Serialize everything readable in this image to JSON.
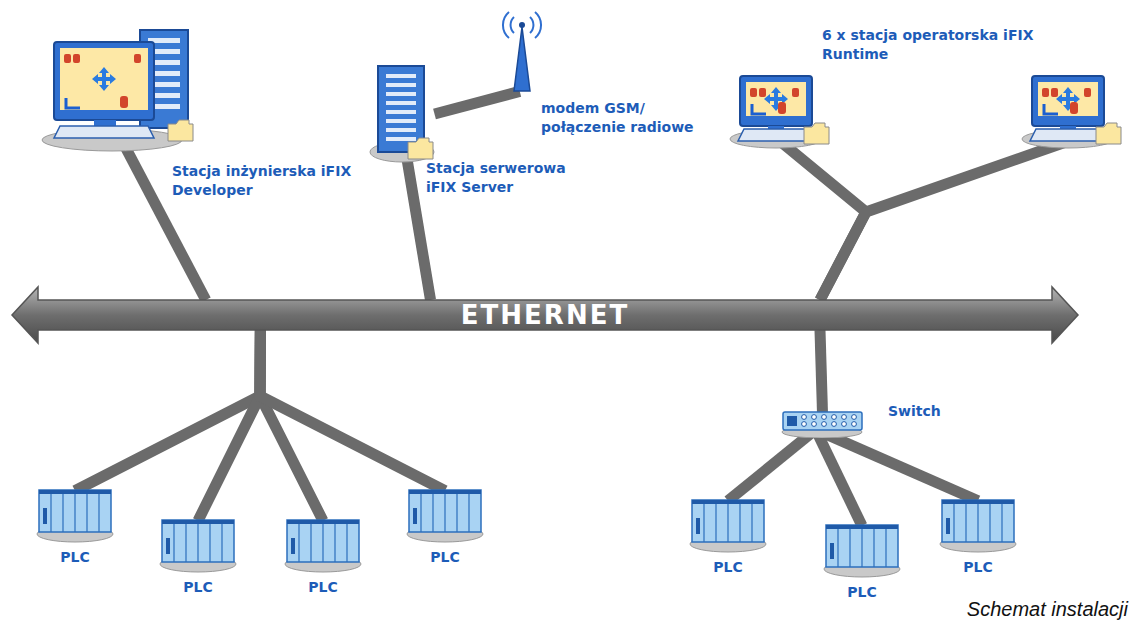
{
  "diagram": {
    "caption": "Schemat instalacji",
    "nodes": [
      {
        "text": [
          "Stacja inżynierska iFIX Developer"
        ]
      },
      {
        "text": [
          "Stacja serwerowa iFIX Server"
        ]
      },
      {
        "text": [
          "modem GSM/ połączenie radiowe"
        ]
      },
      {
        "text": [
          "6 x stacja operatorska iFIX Runtime"
        ]
      },
      {
        "text": []
      },
      {
        "text": [
          "ETHERNET"
        ]
      },
      {
        "text": [
          "PLC"
        ]
      },
      {
        "text": [
          "PLC"
        ]
      },
      {
        "text": [
          "PLC"
        ]
      },
      {
        "text": [
          "PLC"
        ]
      },
      {
        "text": [
          "Switch"
        ]
      },
      {
        "text": [
          "PLC"
        ]
      },
      {
        "text": [
          "PLC"
        ]
      },
      {
        "text": [
          "PLC"
        ]
      }
    ],
    "edges": [
      {
        "from": 0,
        "to": 5,
        "arrow": "none"
      },
      {
        "from": 1,
        "to": 5,
        "arrow": "none"
      },
      {
        "from": 1,
        "to": 2,
        "arrow": "none"
      },
      {
        "from": 3,
        "to": 5,
        "arrow": "none"
      },
      {
        "from": 4,
        "to": 5,
        "arrow": "none"
      },
      {
        "from": 5,
        "to": 6,
        "arrow": "none"
      },
      {
        "from": 5,
        "to": 7,
        "arrow": "none"
      },
      {
        "from": 5,
        "to": 8,
        "arrow": "none"
      },
      {
        "from": 5,
        "to": 9,
        "arrow": "none"
      },
      {
        "from": 5,
        "to": 10,
        "arrow": "none"
      },
      {
        "from": 10,
        "to": 11,
        "arrow": "none"
      },
      {
        "from": 10,
        "to": 12,
        "arrow": "none"
      },
      {
        "from": 10,
        "to": 13,
        "arrow": "none"
      }
    ]
  }
}
